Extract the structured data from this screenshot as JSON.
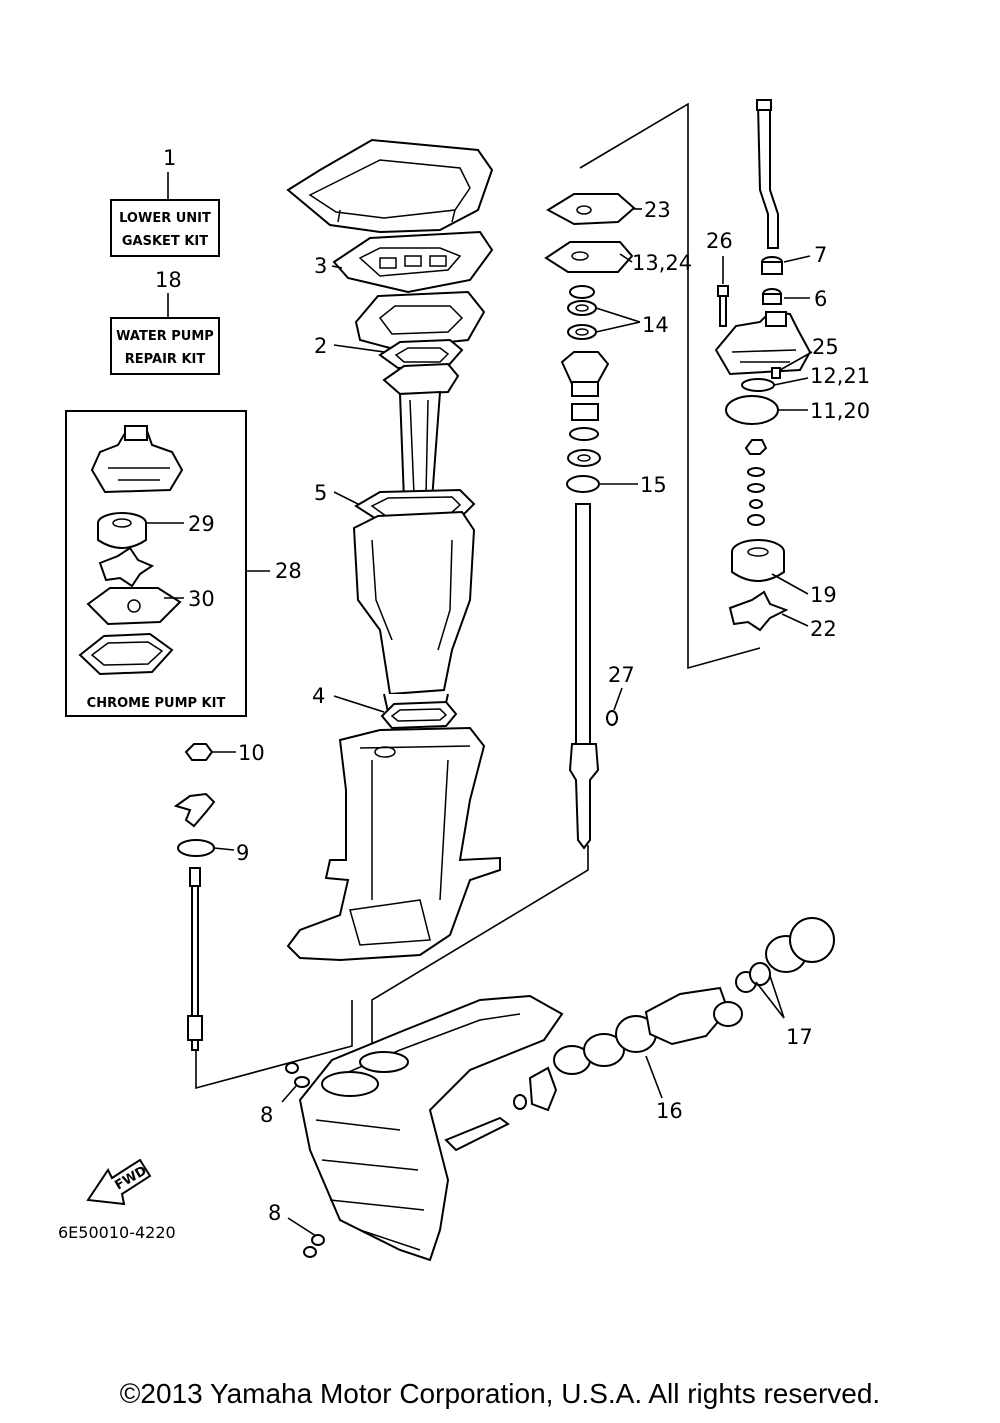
{
  "kits": {
    "lower_unit": {
      "number": "1",
      "line1": "LOWER UNIT",
      "line2": "GASKET KIT"
    },
    "water_pump": {
      "number": "18",
      "line1": "WATER PUMP",
      "line2": "REPAIR KIT"
    },
    "chrome_pump": {
      "number": "28",
      "label": "CHROME PUMP KIT"
    }
  },
  "callouts": {
    "c2": "2",
    "c3": "3",
    "c4": "4",
    "c5": "5",
    "c6": "6",
    "c7": "7",
    "c8a": "8",
    "c8b": "8",
    "c9": "9",
    "c10": "10",
    "c11_20": "11,20",
    "c12_21": "12,21",
    "c13_24": "13,24",
    "c14": "14",
    "c15": "15",
    "c16": "16",
    "c17": "17",
    "c19": "19",
    "c22": "22",
    "c23": "23",
    "c25": "25",
    "c26": "26",
    "c27": "27",
    "c29": "29",
    "c30": "30"
  },
  "fwd_label": "FWD",
  "diagram_code": "6E50010-4220",
  "copyright": "©2013 Yamaha Motor Corporation, U.S.A. All rights reserved."
}
